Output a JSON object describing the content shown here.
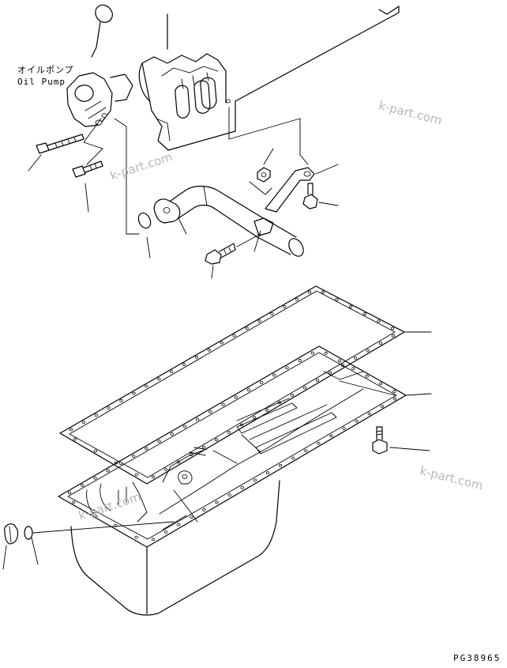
{
  "labels": {
    "oil_pump_jp": "オイルポンプ",
    "oil_pump_en": "Oil Pump"
  },
  "watermarks": [
    "k-part.com",
    "k-part.com",
    "k-part.com",
    "k-part.com"
  ],
  "drawing_code": "PG38965"
}
